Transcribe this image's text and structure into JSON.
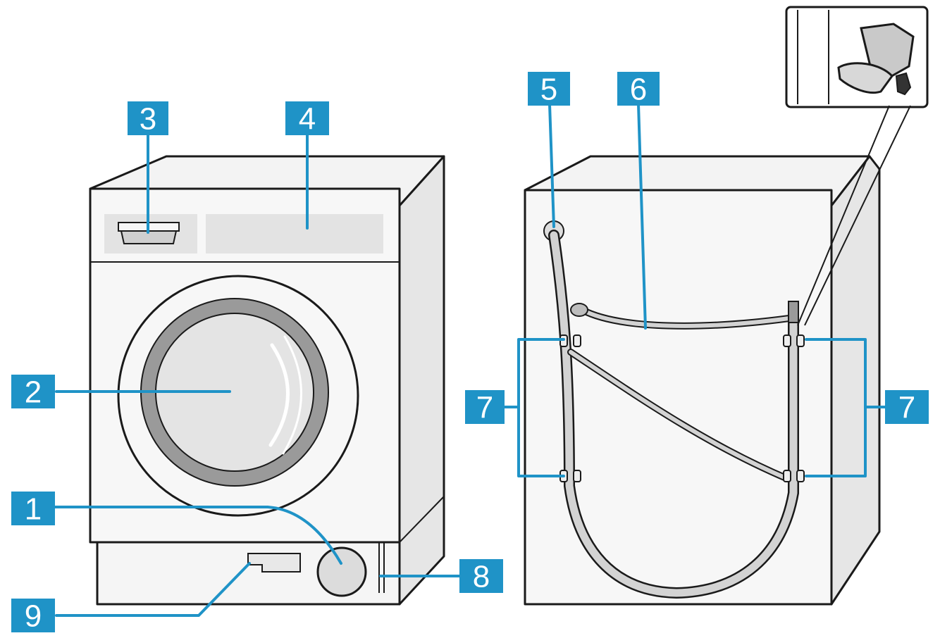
{
  "callouts": [
    {
      "id": "1",
      "label": "1",
      "meaning": "pump-filter-cover"
    },
    {
      "id": "2",
      "label": "2",
      "meaning": "door"
    },
    {
      "id": "3",
      "label": "3",
      "meaning": "detergent-drawer"
    },
    {
      "id": "4",
      "label": "4",
      "meaning": "control-panel"
    },
    {
      "id": "5",
      "label": "5",
      "meaning": "drain-hose"
    },
    {
      "id": "6",
      "label": "6",
      "meaning": "inlet-hose"
    },
    {
      "id": "7a",
      "label": "7",
      "meaning": "hose-holders-left"
    },
    {
      "id": "7b",
      "label": "7",
      "meaning": "hose-holders-right"
    },
    {
      "id": "8",
      "label": "8",
      "meaning": "power-cord"
    },
    {
      "id": "9",
      "label": "9",
      "meaning": "plinth-handle"
    }
  ],
  "colors": {
    "badge": "#1f93c7",
    "leader": "#1f93c7",
    "cabinet_front": "#f7f7f7",
    "cabinet_side": "#e6e6e6",
    "cabinet_top": "#f3f3f3",
    "door_ring": "#9a9a9a",
    "glass": "#e4e4e4",
    "hose": "#d3d3d3",
    "outline": "#1a1a1a"
  }
}
